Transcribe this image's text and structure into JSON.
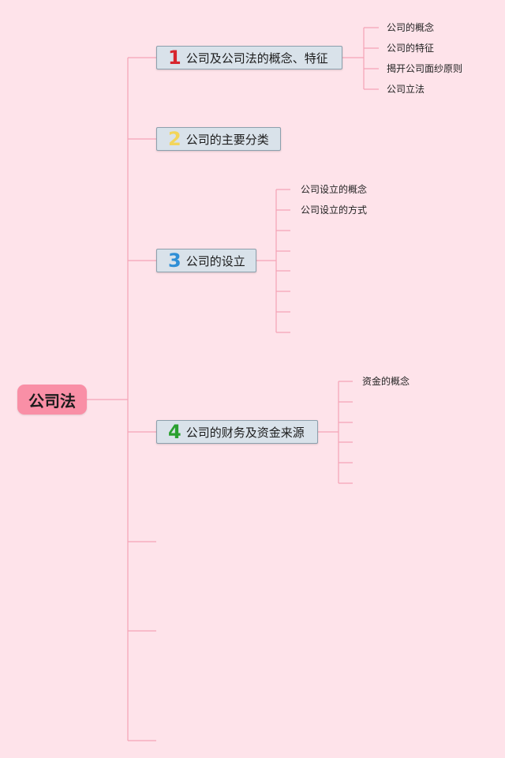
{
  "root": {
    "label": "公司法"
  },
  "topics": [
    {
      "number": "1",
      "label": "公司及公司法的概念、特征",
      "number_color": "#d7262e"
    },
    {
      "number": "2",
      "label": "公司的主要分类",
      "number_color": "#f3d55a"
    },
    {
      "number": "3",
      "label": "公司的设立",
      "number_color": "#2f8fd6"
    },
    {
      "number": "4",
      "label": "公司的财务及资金来源",
      "number_color": "#2aa02f"
    }
  ],
  "topic1_children": [
    "公司的概念",
    "公司的特征",
    "揭开公司面纱原则",
    "公司立法"
  ],
  "topic3_children": [
    "公司设立的概念",
    "公司设立的方式"
  ],
  "topic4_children": [
    "资金的概念"
  ],
  "colors": {
    "background": "#fee3ea",
    "line": "#f4a3b6",
    "root_fill": "#f98fa6"
  }
}
